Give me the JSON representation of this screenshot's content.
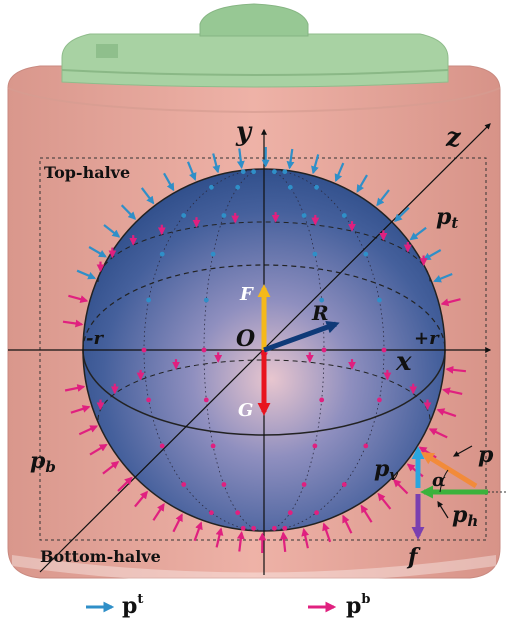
{
  "labels": {
    "top_halve": "Top-halve",
    "bottom_halve": "Bottom-halve",
    "axis_x": "x",
    "axis_y": "y",
    "axis_z": "z",
    "origin": "O",
    "radius": "R",
    "neg_r": "-r",
    "pos_r": "+r",
    "force_F": "F",
    "force_G": "G",
    "pressure_top": "p",
    "pressure_top_sub": "t",
    "pressure_bottom": "p",
    "pressure_bottom_sub": "b",
    "p_vertical": "p",
    "p_vertical_sub": "v",
    "p_horizontal": "p",
    "p_horizontal_sub": "h",
    "p_total": "p",
    "alpha": "α",
    "friction": "f"
  },
  "legend": {
    "top_label": "p",
    "top_sup": "t",
    "bottom_label": "p",
    "bottom_sup": "b"
  },
  "colors": {
    "top_arrow": "#2f8fc8",
    "bottom_arrow": "#e0207f",
    "force_F": "#f5b91a",
    "force_G": "#e8141e",
    "radius": "#0f3a78",
    "p_v": "#2aa6df",
    "p_h": "#3cb23c",
    "p_total": "#f28b3a",
    "friction": "#7a3fb0",
    "container": "#e8a49a",
    "lid": "#9ccc99"
  }
}
